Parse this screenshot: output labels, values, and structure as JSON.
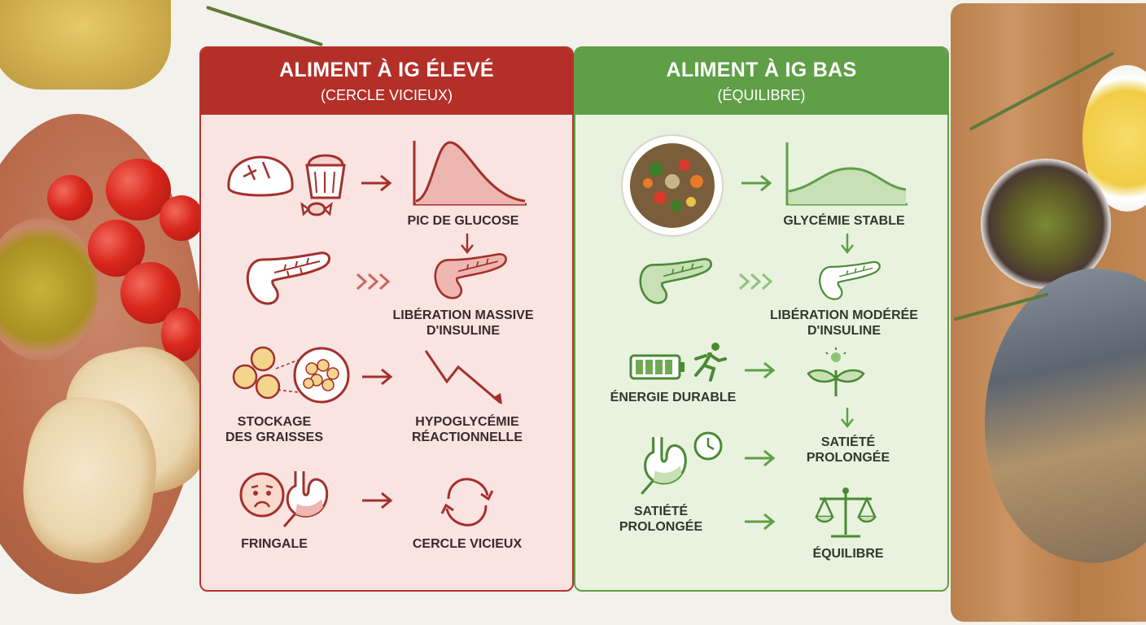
{
  "colors": {
    "high_gi": "#b32f28",
    "low_gi": "#5f9f45",
    "high_bg": "#f9e4e2",
    "low_bg": "#e8f2df"
  },
  "high_gi": {
    "title": "ALIMENT À IG ÉLEVÉ",
    "subtitle": "(CERCLE VICIEUX)",
    "steps": {
      "glucose_peak": "PIC DE GLUCOSE",
      "insulin_release_1": "LIBÉRATION MASSIVE",
      "insulin_release_2": "D'INSULINE",
      "fat_storage_1": "STOCKAGE",
      "fat_storage_2": "DES GRAISSES",
      "hypoglycemia_1": "HYPOGLYCÉMIE",
      "hypoglycemia_2": "RÉACTIONNELLE",
      "craving": "FRINGALE",
      "vicious_circle": "CERCLE VICIEUX"
    },
    "icons": [
      "bread-icon",
      "sweets-icon",
      "glucose-spike-chart-icon",
      "pancreas-icon",
      "fat-cells-icon",
      "drop-chart-icon",
      "worried-face-icon",
      "stomach-icon",
      "cycle-icon"
    ]
  },
  "low_gi": {
    "title": "ALIMENT À IG BAS",
    "subtitle": "(ÉQUILIBRE)",
    "steps": {
      "stable_glycemia": "GLYCÉMIE STABLE",
      "insulin_release_1": "LIBÉRATION MODÉRÉE",
      "insulin_release_2": "D'INSULINE",
      "lasting_energy": "ÉNERGIE DURABLE",
      "satiety_1_a": "SATIÉTÉ",
      "satiety_1_b": "PROLONGÉE",
      "satiety_2_a": "SATIÉTÉ",
      "satiety_2_b": "PROLONGÉE",
      "balance": "ÉQUILIBRE"
    },
    "icons": [
      "lentil-salad-icon",
      "stable-curve-chart-icon",
      "pancreas-icon",
      "battery-icon",
      "runner-icon",
      "sprout-icon",
      "stomach-icon",
      "clock-icon",
      "scale-icon"
    ]
  }
}
